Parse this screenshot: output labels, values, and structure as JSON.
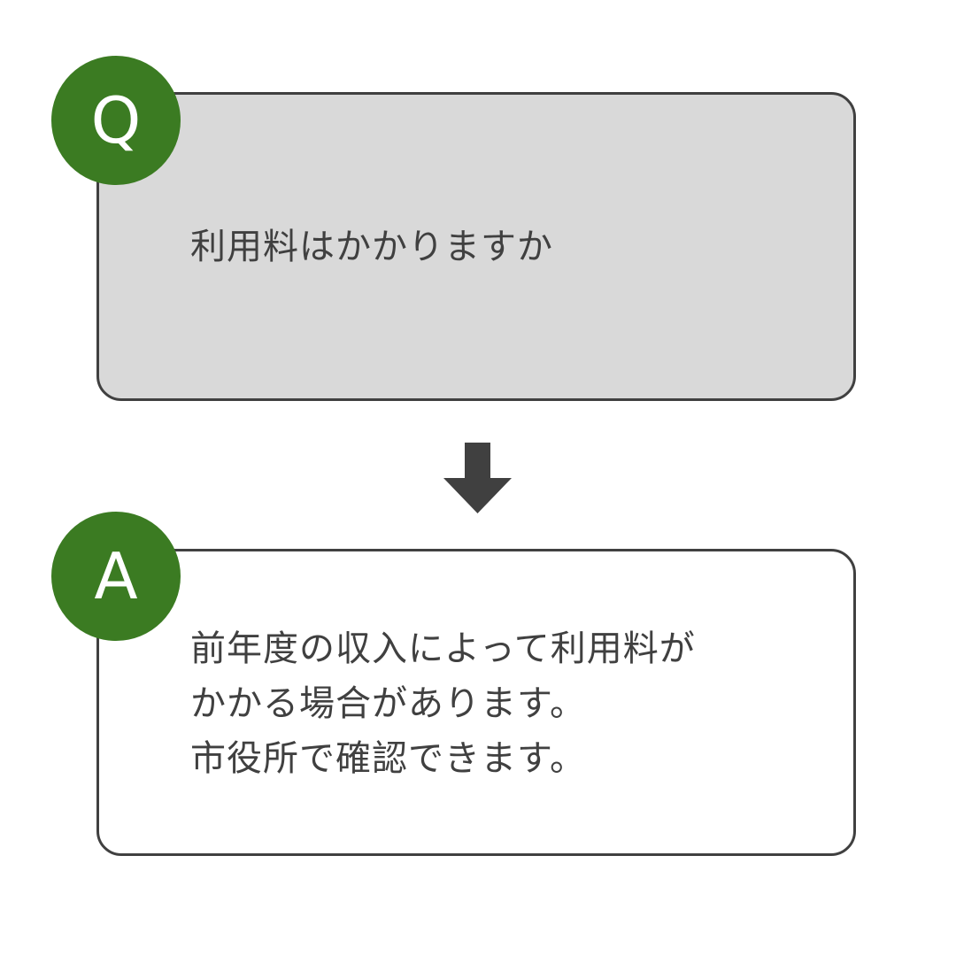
{
  "question": {
    "badge": "Q",
    "text": "利用料はかかりますか",
    "background": "#d9d9d9"
  },
  "answer": {
    "badge": "A",
    "lines": [
      "前年度の収入によって利用料が",
      "かかる場合があります。",
      "市役所で確認できます。"
    ],
    "background": "#ffffff"
  },
  "arrow": {
    "icon": "arrow-down-icon",
    "color": "#404040"
  },
  "colors": {
    "badge": "#3b7b22",
    "border": "#404040",
    "text": "#404040"
  }
}
